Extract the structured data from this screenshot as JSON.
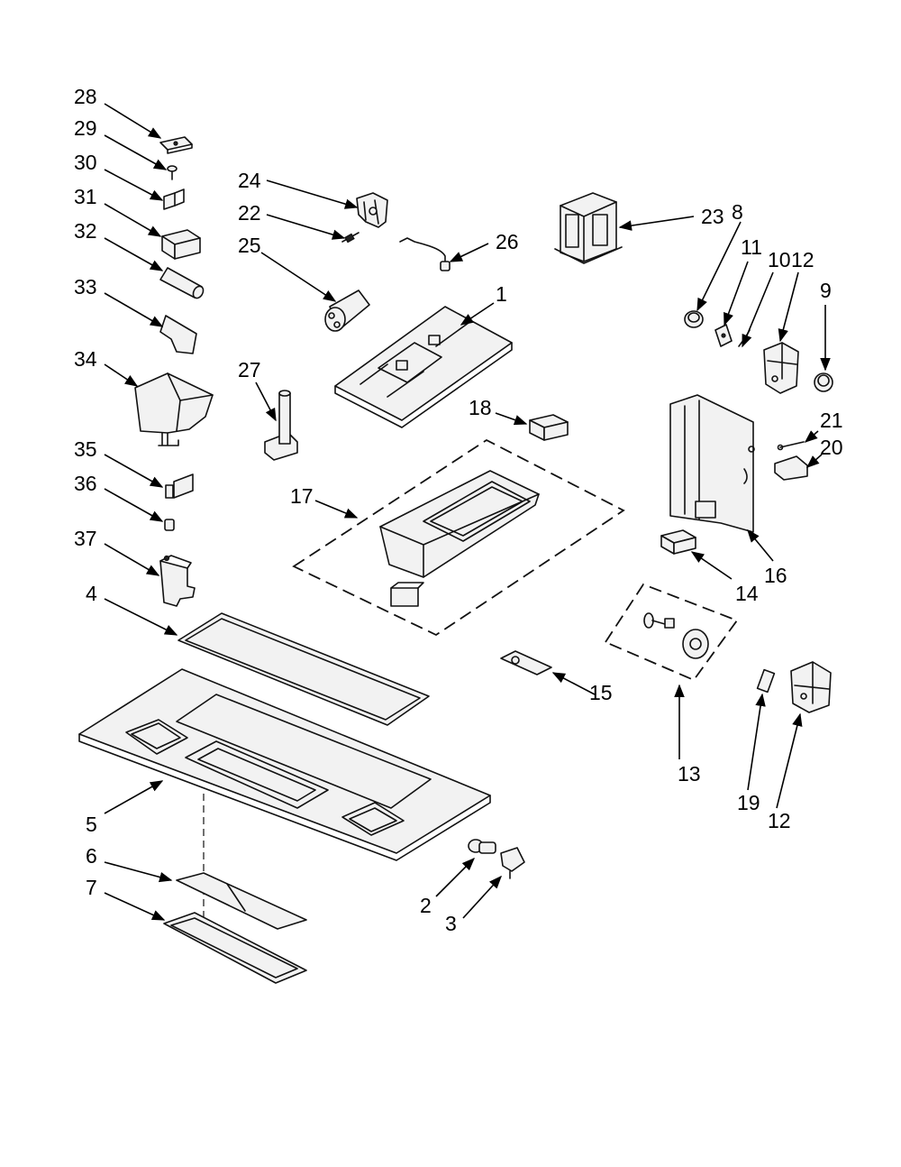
{
  "labels": {
    "p1": "1",
    "p2": "2",
    "p3": "3",
    "p4": "4",
    "p5": "5",
    "p6": "6",
    "p7": "7",
    "p8": "8",
    "p9": "9",
    "p10": "10",
    "p11": "11",
    "p12a": "12",
    "p12b": "12",
    "p13": "13",
    "p14": "14",
    "p15": "15",
    "p16": "16",
    "p17": "17",
    "p18": "18",
    "p19": "19",
    "p20": "20",
    "p21": "21",
    "p22": "22",
    "p23": "23",
    "p24": "24",
    "p25": "25",
    "p26": "26",
    "p27": "27",
    "p28": "28",
    "p29": "29",
    "p30": "30",
    "p31": "31",
    "p32": "32",
    "p33": "33",
    "p34": "34",
    "p35": "35",
    "p36": "36",
    "p37": "37"
  }
}
